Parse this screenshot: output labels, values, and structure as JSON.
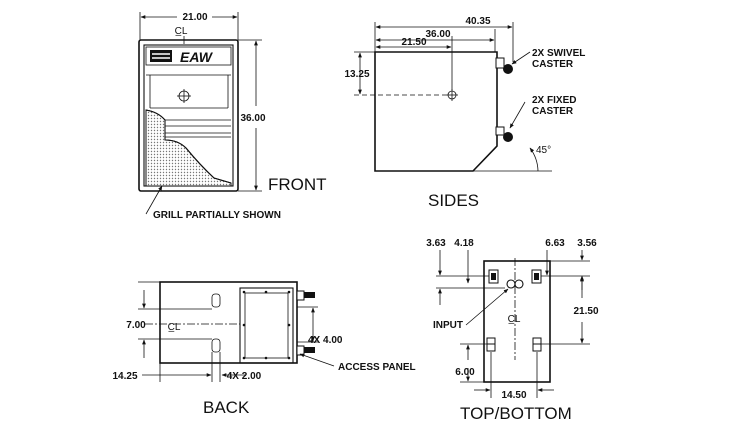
{
  "views": {
    "front": {
      "title": "FRONT",
      "width": "21.00",
      "height": "36.00",
      "logo": "EAW",
      "grill_note": "GRILL PARTIALLY SHOWN"
    },
    "sides": {
      "title": "SIDES",
      "depth": "40.35",
      "dim_36": "36.00",
      "dim_21_5": "21.50",
      "dim_13_25": "13.25",
      "swivel_caster": [
        "2X SWIVEL",
        "CASTER"
      ],
      "fixed_caster": [
        "2X FIXED",
        "CASTER"
      ],
      "angle": "45°"
    },
    "back": {
      "title": "BACK",
      "dim_7": "7.00",
      "dim_14_25": "14.25",
      "dim_4x2": "4X 2.00",
      "dim_4x4": "4X 4.00",
      "access_panel": "ACCESS PANEL"
    },
    "top_bottom": {
      "title": "TOP/BOTTOM",
      "dim_3_63": "3.63",
      "dim_4_18": "4.18",
      "dim_6_63": "6.63",
      "dim_3_56": "3.56",
      "dim_21_5": "21.50",
      "dim_6": "6.00",
      "dim_14_5": "14.50",
      "input_label": "INPUT"
    }
  },
  "centerline_symbol": "C̲L"
}
